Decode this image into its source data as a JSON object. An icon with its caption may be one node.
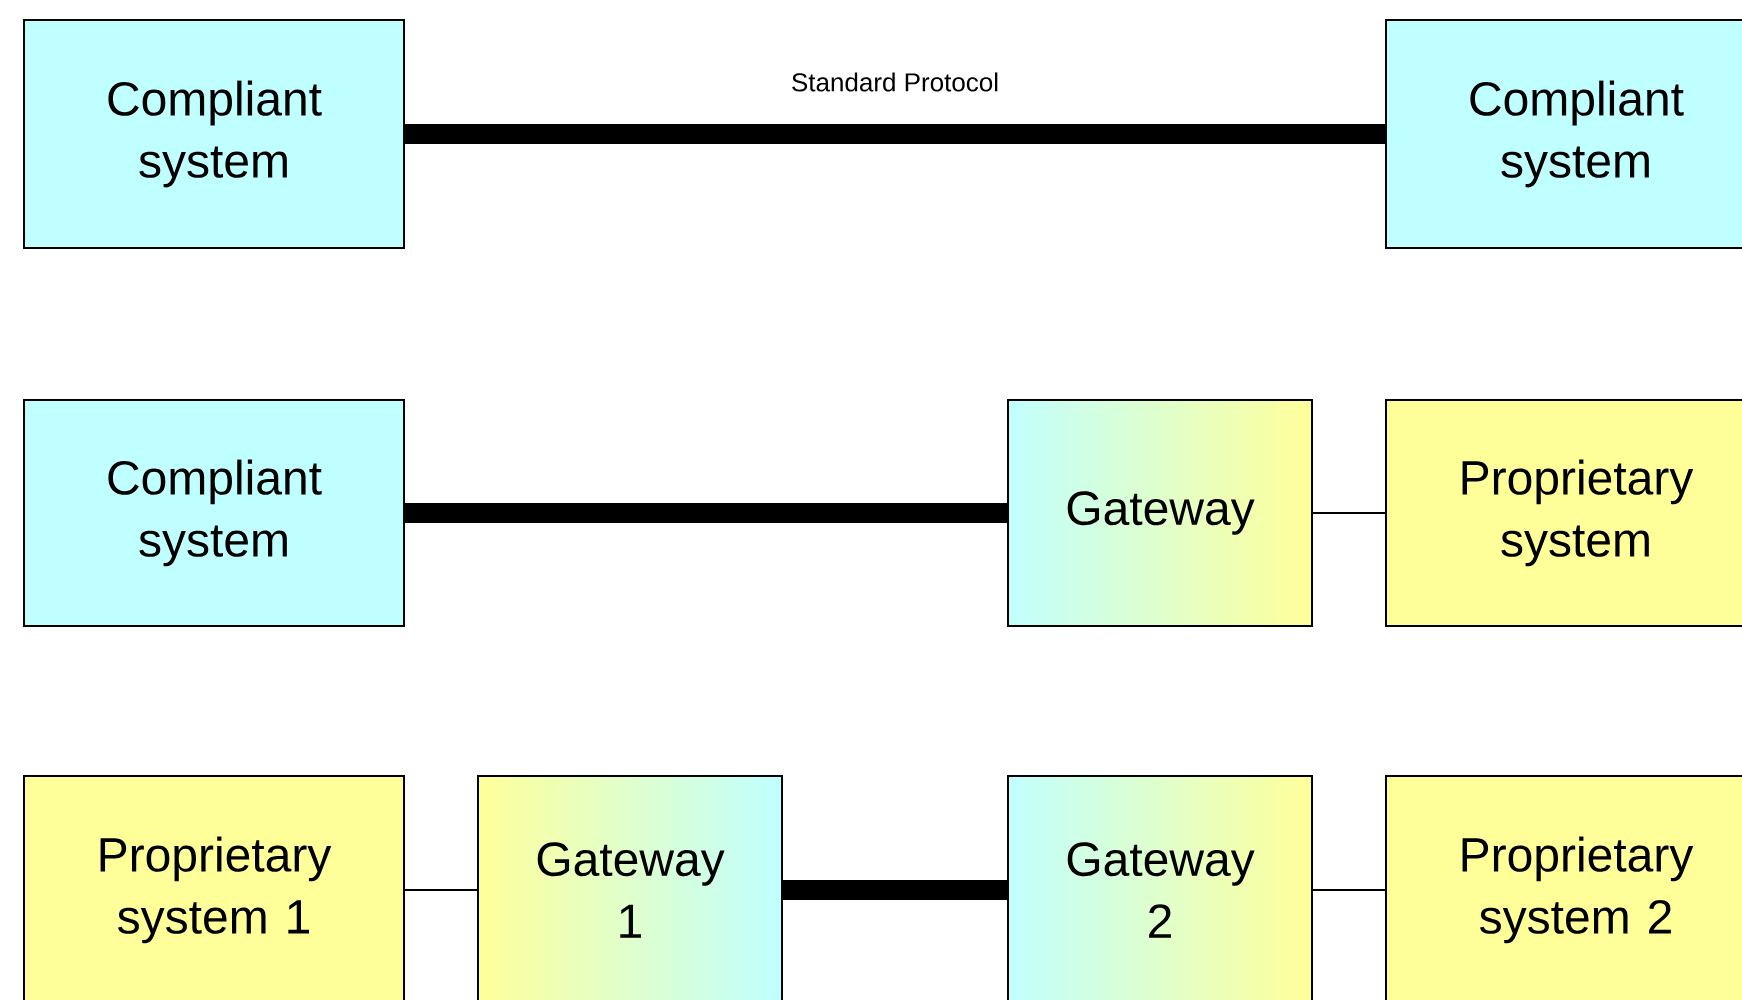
{
  "diagram": {
    "nodes": [
      {
        "text": [
          "Compliant system"
        ]
      },
      {
        "text": [
          "Compliant system"
        ]
      },
      {
        "text": [
          "Compliant system"
        ]
      },
      {
        "text": [
          "Gateway"
        ]
      },
      {
        "text": [
          "Proprietary system"
        ]
      },
      {
        "text": [
          "Proprietary system 1"
        ]
      },
      {
        "text": [
          "Gateway 1"
        ]
      },
      {
        "text": [
          "Gateway 2"
        ]
      },
      {
        "text": [
          "Proprietary system 2"
        ]
      }
    ],
    "edges": [
      {
        "from": 0,
        "to": 1,
        "arrow": "none",
        "style": "thick",
        "label": "Standard Protocol"
      },
      {
        "from": 2,
        "to": 3,
        "arrow": "none",
        "style": "thick"
      },
      {
        "from": 3,
        "to": 4,
        "arrow": "none"
      },
      {
        "from": 5,
        "to": 6,
        "arrow": "none"
      },
      {
        "from": 6,
        "to": 7,
        "arrow": "none",
        "style": "thick"
      },
      {
        "from": 7,
        "to": 8,
        "arrow": "none"
      }
    ]
  }
}
